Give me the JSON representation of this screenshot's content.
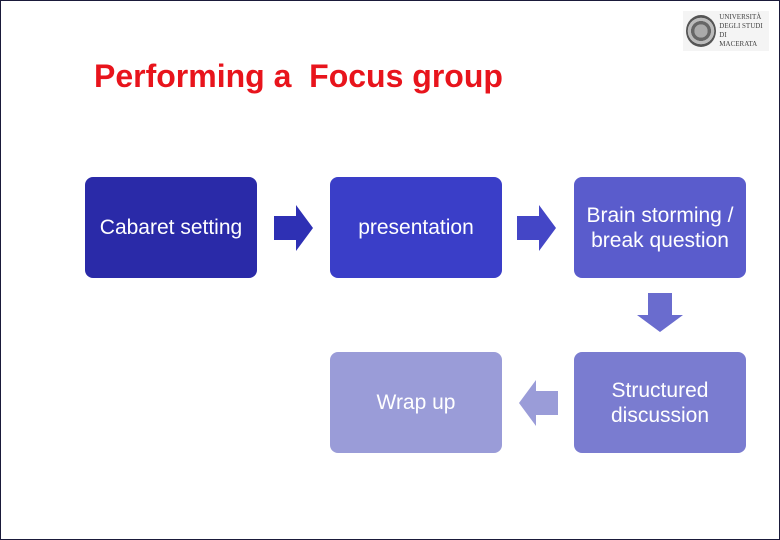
{
  "title": "Performing a  Focus group",
  "logo": {
    "line1": "UNIVERSITÀ",
    "line2": "DEGLI STUDI DI",
    "line3": "MACERATA"
  },
  "steps": [
    {
      "label": "Cabaret setting",
      "color": "#2a2aa8"
    },
    {
      "label": "presentation",
      "color": "#3a3ec8"
    },
    {
      "label": "Brain storming / break question",
      "color": "#5a5ccc"
    },
    {
      "label": "Structured discussion",
      "color": "#7a7cd0"
    },
    {
      "label": "Wrap up",
      "color": "#9a9cd8"
    }
  ]
}
